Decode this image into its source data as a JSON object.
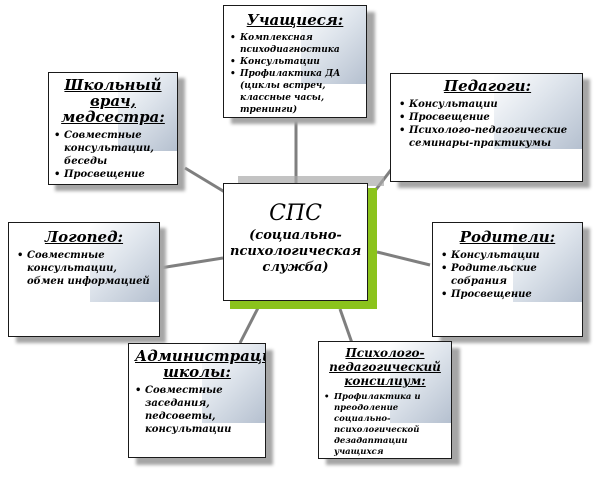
{
  "center": {
    "abbr": "СПС",
    "full": "(социально-психологическая служба)"
  },
  "nodes": {
    "students": {
      "title": "Учащиеся:",
      "items": [
        "Комплексная психодиагностика",
        "Консультации",
        "Профилактика ДА (циклы встреч, классные часы, тренинги)"
      ]
    },
    "doctor": {
      "title": "Школьный врач, медсестра:",
      "items": [
        "Совместные консультации, беседы",
        "Просвещение"
      ]
    },
    "teachers": {
      "title": "Педагоги:",
      "items": [
        "Консультации",
        "Просвещение",
        "Психолого-педагогические семинары-практикумы"
      ]
    },
    "speech": {
      "title": "Логопед:",
      "items": [
        "Совместные консультации, обмен информацией"
      ]
    },
    "parents": {
      "title": "Родители:",
      "items": [
        "Консультации",
        "Родительские собрания",
        "Просвещение"
      ]
    },
    "admin": {
      "title": "Администрация школы:",
      "items": [
        "Совместные заседания, педсоветы, консультации"
      ]
    },
    "council": {
      "title": "Психолого-педагогический консилиум:",
      "items": [
        "Профилактика и преодоление социально-психологической дезадаптации учащихся"
      ]
    }
  }
}
